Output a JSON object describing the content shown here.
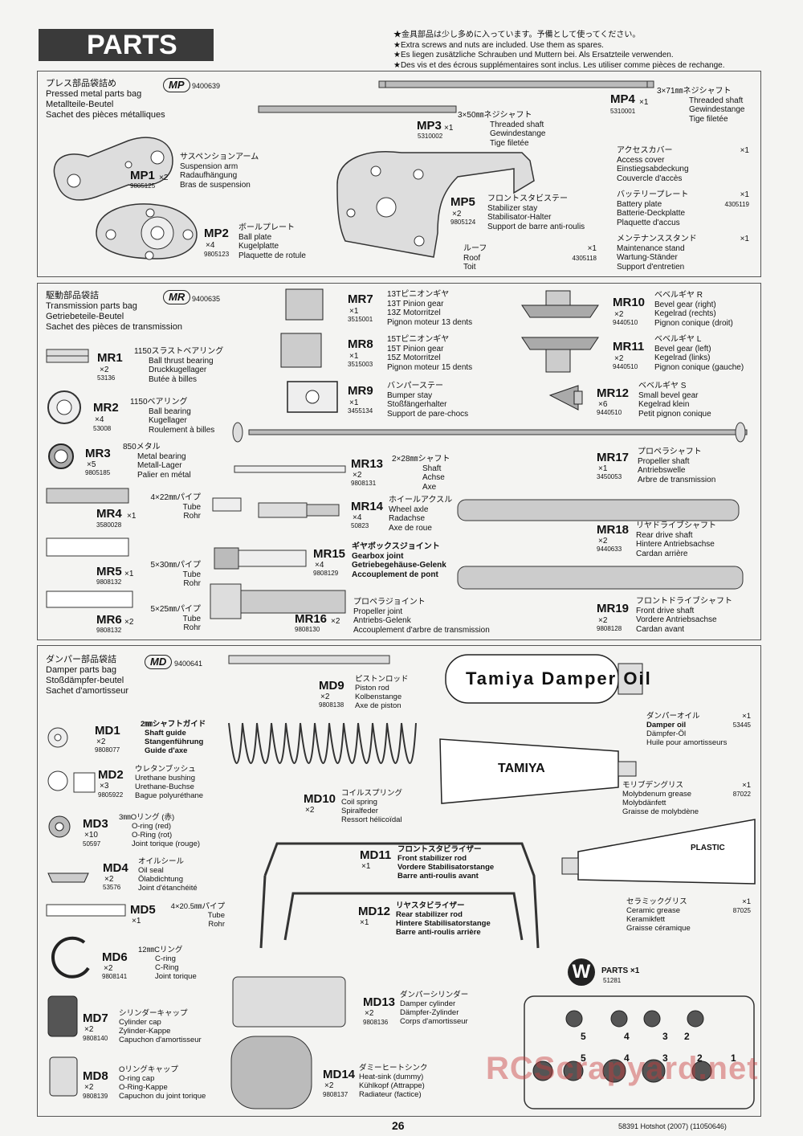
{
  "header": {
    "title": "PARTS"
  },
  "notes": [
    "★金具部品は少し多めに入っています。予備として使ってください。",
    "★Extra screws and nuts are included. Use them as spares.",
    "★Es liegen zusätzliche Schrauben und Muttern bei. Als Ersatzteile verwenden.",
    "★Des vis et des écrous supplémentaires sont inclus. Les utiliser comme pièces de rechange."
  ],
  "mp_bag": {
    "jp": "プレス部品袋詰め",
    "en": "Pressed metal parts bag",
    "de": "Metallteile-Beutel",
    "fr": "Sachet des pièces métalliques",
    "badge": "MP",
    "code": "9400639"
  },
  "mp_parts": [
    {
      "id": "MP1",
      "qty": "×2",
      "pn": "9805125",
      "jp": "サスペンションアーム",
      "en": "Suspension arm",
      "de": "Radaufhängung",
      "fr": "Bras de suspension"
    },
    {
      "id": "MP2",
      "qty": "×4",
      "pn": "9805123",
      "jp": "ボールプレート",
      "en": "Ball plate",
      "de": "Kugelplatte",
      "fr": "Plaquette de rotule"
    },
    {
      "id": "MP3",
      "qty": "×1",
      "pn": "5310002",
      "jp": "3×50㎜ネジシャフト",
      "en": "Threaded shaft",
      "de": "Gewindestange",
      "fr": "Tige filetée"
    },
    {
      "id": "MP4",
      "qty": "×1",
      "pn": "5310001",
      "jp": "3×71㎜ネジシャフト",
      "en": "Threaded shaft",
      "de": "Gewindestange",
      "fr": "Tige filetée"
    },
    {
      "id": "MP5",
      "qty": "×2",
      "pn": "9805124",
      "jp": "フロントスタビステー",
      "en": "Stabilizer stay",
      "de": "Stabilisator-Halter",
      "fr": "Support de barre anti-roulis"
    }
  ],
  "accessories": [
    {
      "jp": "アクセスカバー",
      "qty": "×1",
      "en": "Access cover",
      "de": "Einstiegsabdeckung",
      "fr": "Couvercle d'accès",
      "pn": ""
    },
    {
      "jp": "バッテリープレート",
      "qty": "×1",
      "en": "Battery plate",
      "de": "Batterie-Deckplatte",
      "fr": "Plaquette d'accus",
      "pn": "4305119"
    },
    {
      "jp": "メンテナンススタンド",
      "qty": "×1",
      "en": "Maintenance stand",
      "de": "Wartung-Ständer",
      "fr": "Support d'entretien",
      "pn": ""
    }
  ],
  "roof": {
    "jp": "ルーフ",
    "qty": "×1",
    "en": "Roof",
    "fr": "Toit",
    "pn": "4305118"
  },
  "mr_bag": {
    "jp": "駆動部品袋詰",
    "en": "Transmission parts bag",
    "de": "Getriebeteile-Beutel",
    "fr": "Sachet des pièces de transmission",
    "badge": "MR",
    "code": "9400635"
  },
  "mr_parts": [
    {
      "id": "MR1",
      "qty": "×2",
      "pn": "53136",
      "jp": "1150スラストベアリング",
      "en": "Ball thrust bearing",
      "de": "Druckkugellager",
      "fr": "Butée à billes"
    },
    {
      "id": "MR2",
      "qty": "×4",
      "pn": "53008",
      "jp": "1150ベアリング",
      "en": "Ball bearing",
      "de": "Kugellager",
      "fr": "Roulement à billes"
    },
    {
      "id": "MR3",
      "qty": "×5",
      "pn": "9805185",
      "jp": "850メタル",
      "en": "Metal bearing",
      "de": "Metall-Lager",
      "fr": "Palier en métal"
    },
    {
      "id": "MR4",
      "qty": "×1",
      "pn": "3580028",
      "jp": "4×22㎜パイプ",
      "en": "Tube",
      "de": "Rohr",
      "fr": ""
    },
    {
      "id": "MR5",
      "qty": "×1",
      "pn": "9808132",
      "jp": "5×30㎜パイプ",
      "en": "Tube",
      "de": "Rohr",
      "fr": ""
    },
    {
      "id": "MR6",
      "qty": "×2",
      "pn": "9808132",
      "jp": "5×25㎜パイプ",
      "en": "Tube",
      "de": "Rohr",
      "fr": ""
    },
    {
      "id": "MR7",
      "qty": "×1",
      "pn": "3515001",
      "jp": "13Tピニオンギヤ",
      "en": "13T Pinion gear",
      "de": "13Z Motorritzel",
      "fr": "Pignon moteur 13 dents"
    },
    {
      "id": "MR8",
      "qty": "×1",
      "pn": "3515003",
      "jp": "15Tピニオンギヤ",
      "en": "15T Pinion gear",
      "de": "15Z Motorritzel",
      "fr": "Pignon moteur 15 dents"
    },
    {
      "id": "MR9",
      "qty": "×1",
      "pn": "3455134",
      "jp": "バンパーステー",
      "en": "Bumper stay",
      "de": "Stoßfängerhalter",
      "fr": "Support de pare-chocs"
    },
    {
      "id": "MR10",
      "qty": "×2",
      "pn": "9440510",
      "jp": "ベベルギヤ R",
      "en": "Bevel gear (right)",
      "de": "Kegelrad (rechts)",
      "fr": "Pignon conique (droit)"
    },
    {
      "id": "MR11",
      "qty": "×2",
      "pn": "9440510",
      "jp": "ベベルギヤ L",
      "en": "Bevel gear (left)",
      "de": "Kegelrad (links)",
      "fr": "Pignon conique (gauche)"
    },
    {
      "id": "MR12",
      "qty": "×6",
      "pn": "9440510",
      "jp": "ベベルギヤ S",
      "en": "Small bevel gear",
      "de": "Kegelrad klein",
      "fr": "Petit pignon conique"
    },
    {
      "id": "MR13",
      "qty": "×2",
      "pn": "9808131",
      "jp": "2×28㎜シャフト",
      "en": "Shaft",
      "de": "Achse",
      "fr": "Axe"
    },
    {
      "id": "MR14",
      "qty": "×4",
      "pn": "50823",
      "jp": "ホイールアクスル",
      "en": "Wheel axle",
      "de": "Radachse",
      "fr": "Axe de roue"
    },
    {
      "id": "MR15",
      "qty": "×4",
      "pn": "9808129",
      "jp": "ギヤボックスジョイント",
      "en": "Gearbox joint",
      "de": "Getriebegehäuse-Gelenk",
      "fr": "Accouplement de pont"
    },
    {
      "id": "MR16",
      "qty": "×2",
      "pn": "9808130",
      "jp": "プロペラジョイント",
      "en": "Propeller joint",
      "de": "Antriebs-Gelenk",
      "fr": "Accouplement d'arbre de transmission"
    },
    {
      "id": "MR17",
      "qty": "×1",
      "pn": "3450053",
      "jp": "プロペラシャフト",
      "en": "Propeller shaft",
      "de": "Antriebswelle",
      "fr": "Arbre de transmission"
    },
    {
      "id": "MR18",
      "qty": "×2",
      "pn": "9440633",
      "jp": "リヤドライブシャフト",
      "en": "Rear drive shaft",
      "de": "Hintere Antriebsachse",
      "fr": "Cardan arrière"
    },
    {
      "id": "MR19",
      "qty": "×2",
      "pn": "9808128",
      "jp": "フロントドライブシャフト",
      "en": "Front drive shaft",
      "de": "Vordere Antriebsachse",
      "fr": "Cardan avant"
    }
  ],
  "md_bag": {
    "jp": "ダンパー部品袋詰",
    "en": "Damper parts bag",
    "de": "Stoßdämpfer-beutel",
    "fr": "Sachet d'amortisseur",
    "badge": "MD",
    "code": "9400641"
  },
  "md_parts": [
    {
      "id": "MD1",
      "qty": "×2",
      "pn": "9808077",
      "jp": "2㎜シャフトガイド",
      "en": "Shaft guide",
      "de": "Stangenführung",
      "fr": "Guide d'axe"
    },
    {
      "id": "MD2",
      "qty": "×3",
      "pn": "9805922",
      "jp": "ウレタンブッシュ",
      "en": "Urethane bushing",
      "de": "Urethane-Buchse",
      "fr": "Bague polyuréthane"
    },
    {
      "id": "MD3",
      "qty": "×10",
      "pn": "50597",
      "jp": "3㎜Oリング (赤)",
      "en": "O-ring (red)",
      "de": "O-Ring (rot)",
      "fr": "Joint torique (rouge)"
    },
    {
      "id": "MD4",
      "qty": "×2",
      "pn": "53576",
      "jp": "オイルシール",
      "en": "Oil seal",
      "de": "Ölabdichtung",
      "fr": "Joint d'étanchéité"
    },
    {
      "id": "MD5",
      "qty": "×1",
      "pn": "",
      "jp": "4×20.5㎜パイプ",
      "en": "Tube",
      "de": "Rohr",
      "fr": ""
    },
    {
      "id": "MD6",
      "qty": "×2",
      "pn": "9808141",
      "jp": "12㎜Cリング",
      "en": "C-ring",
      "de": "C-Ring",
      "fr": "Joint torique"
    },
    {
      "id": "MD7",
      "qty": "×2",
      "pn": "9808140",
      "jp": "シリンダーキャップ",
      "en": "Cylinder cap",
      "de": "Zylinder-Kappe",
      "fr": "Capuchon d'amortisseur"
    },
    {
      "id": "MD8",
      "qty": "×2",
      "pn": "9808139",
      "jp": "Oリングキャップ",
      "en": "O-ring cap",
      "de": "O-Ring-Kappe",
      "fr": "Capuchon du joint torique"
    },
    {
      "id": "MD9",
      "qty": "×2",
      "pn": "9808138",
      "jp": "ピストンロッド",
      "en": "Piston rod",
      "de": "Kolbenstange",
      "fr": "Axe de piston"
    },
    {
      "id": "MD10",
      "qty": "×2",
      "pn": "",
      "jp": "コイルスプリング",
      "en": "Coil spring",
      "de": "Spiralfeder",
      "fr": "Ressort hélicoïdal"
    },
    {
      "id": "MD11",
      "qty": "×1",
      "pn": "",
      "jp": "フロントスタビライザー",
      "en": "Front stabilizer rod",
      "de": "Vordere Stabilisatorstange",
      "fr": "Barre anti-roulis avant"
    },
    {
      "id": "MD12",
      "qty": "×1",
      "pn": "",
      "jp": "リヤスタビライザー",
      "en": "Rear stabilizer rod",
      "de": "Hintere Stabilisatorstange",
      "fr": "Barre anti-roulis arrière"
    },
    {
      "id": "MD13",
      "qty": "×2",
      "pn": "9808136",
      "jp": "ダンパーシリンダー",
      "en": "Damper cylinder",
      "de": "Dämpfer-Zylinder",
      "fr": "Corps d'amortisseur"
    },
    {
      "id": "MD14",
      "qty": "×2",
      "pn": "9808137",
      "jp": "ダミーヒートシンク",
      "en": "Heat-sink (dummy)",
      "de": "Kühlkopf (Attrappe)",
      "fr": "Radiateur (factice)"
    }
  ],
  "fluids": [
    {
      "jp": "ダンパーオイル",
      "qty": "×1",
      "en": "Damper oil",
      "de": "Dämpfer-Öl",
      "fr": "Huile pour amortisseurs",
      "pn": "53445"
    },
    {
      "jp": "モリブデングリス",
      "qty": "×1",
      "en": "Molybdenum grease",
      "de": "Molybdänfett",
      "fr": "Graisse de molybdène",
      "pn": "87022"
    },
    {
      "jp": "セラミックグリス",
      "qty": "×1",
      "en": "Ceramic grease",
      "de": "Keramikfett",
      "fr": "Graisse céramique",
      "pn": "87025"
    }
  ],
  "tube_labels": {
    "oil_line1": "Tamiya",
    "oil_line2": "Damper",
    "oil_line3": "Oil",
    "moly": "TAMIYA",
    "ceramic": "PLASTIC"
  },
  "w_parts": {
    "badge": "W",
    "label": "PARTS ×1",
    "pn": "51281",
    "nums": [
      "5",
      "4",
      "3",
      "2",
      "5",
      "4",
      "3",
      "2",
      "1"
    ]
  },
  "footer": {
    "page": "26",
    "code": "58391 Hotshot (2007) (11050646)",
    "watermark": "RCScrapyard.net"
  }
}
